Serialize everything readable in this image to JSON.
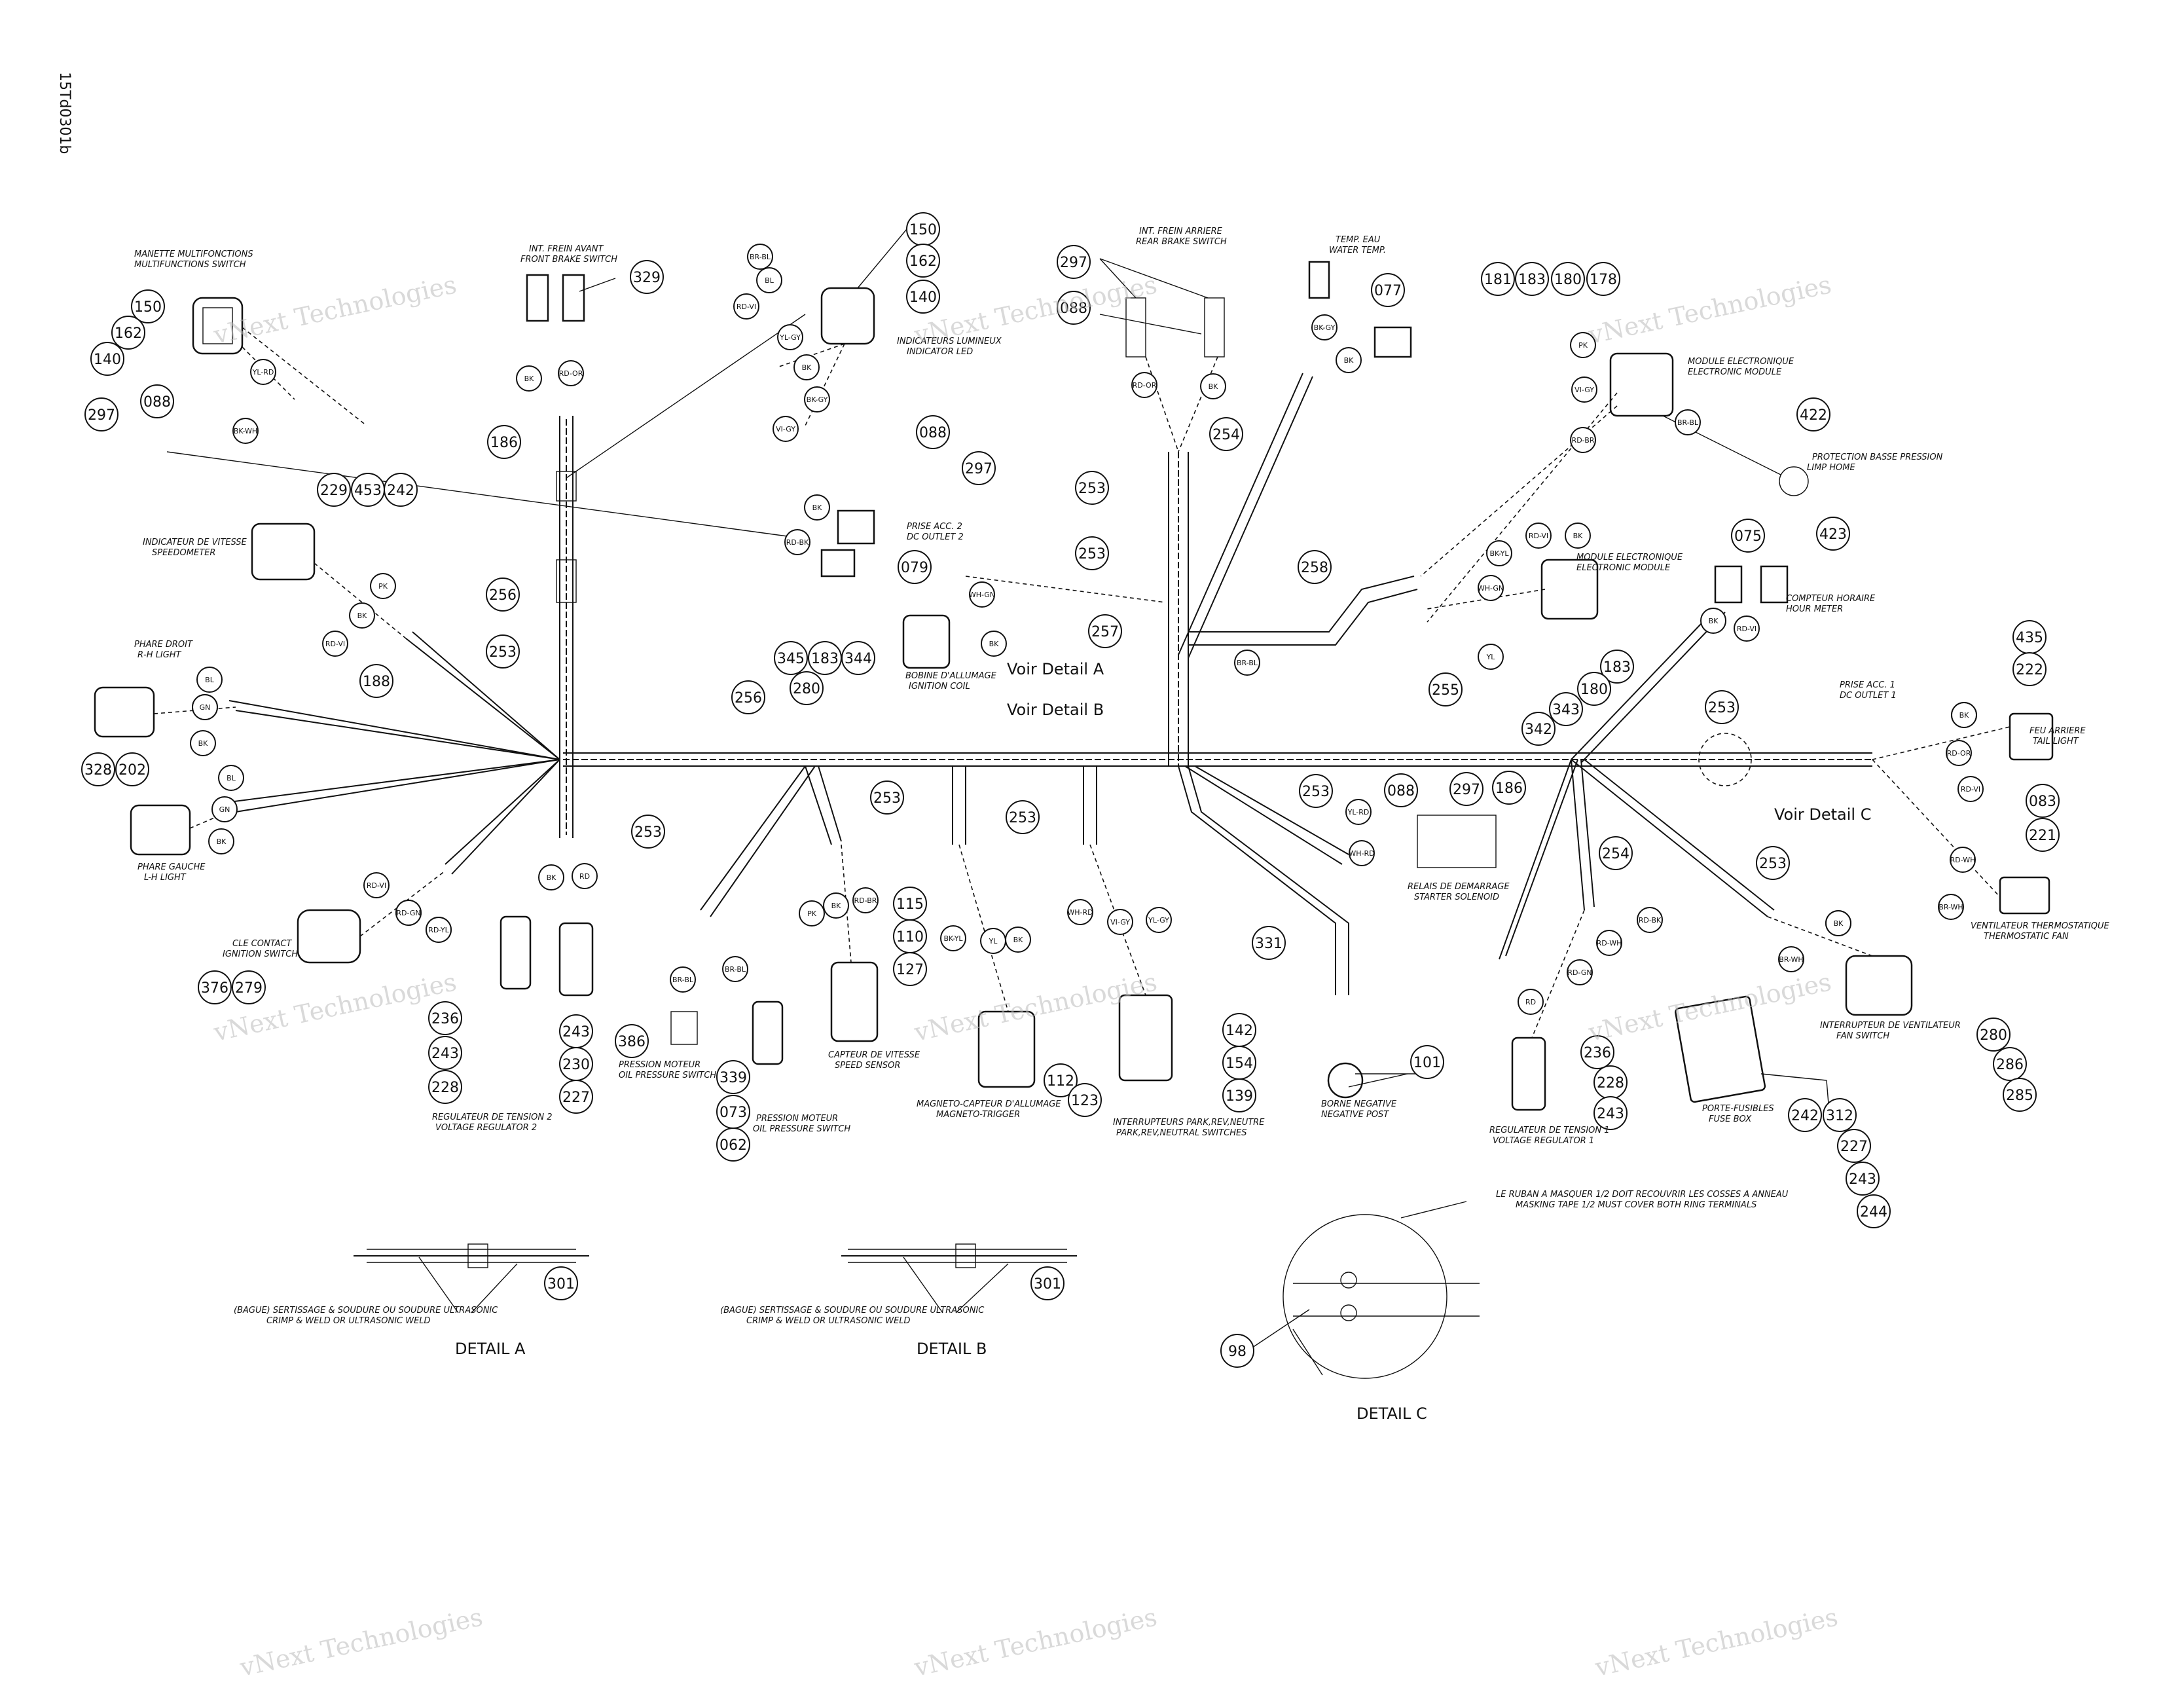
{
  "drawing_id": "15Td0301b",
  "labels": {
    "multifunction_fr": "MANETTE MULTIFONCTIONS",
    "multifunction_en": "MULTIFUNCTIONS SWITCH",
    "front_brake_fr": "INT. FREIN AVANT",
    "front_brake_en": "FRONT BRAKE SWITCH",
    "indicator_fr": "INDICATEURS LUMINEUX",
    "indicator_en": "INDICATOR LED",
    "rear_brake_fr": "INT. FREIN ARRIERE",
    "rear_brake_en": "REAR BRAKE SWITCH",
    "water_temp_fr": "TEMP. EAU",
    "water_temp_en": "WATER TEMP.",
    "ecm1_fr": "MODULE ELECTRONIQUE",
    "ecm1_en": "ELECTRONIC MODULE",
    "limp_fr": "PROTECTION BASSE PRESSION",
    "limp_en": "LIMP HOME",
    "speedo_fr": "INDICATEUR DE VITESSE",
    "speedo_en": "SPEEDOMETER",
    "dc2_fr": "PRISE ACC. 2",
    "dc2_en": "DC OUTLET 2",
    "ecm2_fr": "MODULE ELECTRONIQUE",
    "ecm2_en": "ELECTRONIC MODULE",
    "hour_fr": "COMPTEUR HORAIRE",
    "hour_en": "HOUR METER",
    "rh_fr": "PHARE DROIT",
    "rh_en": "R-H LIGHT",
    "coil_fr": "BOBINE D'ALLUMAGE",
    "coil_en": "IGNITION COIL",
    "dc1_fr": "PRISE ACC. 1",
    "dc1_en": "DC OUTLET 1",
    "tail_fr": "FEU ARRIERE",
    "tail_en": "TAIL LIGHT",
    "lh_fr": "PHARE GAUCHE",
    "lh_en": "L-H LIGHT",
    "starter_fr": "RELAIS DE DEMARRAGE",
    "starter_en": "STARTER SOLENOID",
    "fan_fr": "VENTILATEUR THERMOSTATIQUE",
    "fan_en": "THERMOSTATIC FAN",
    "ign_fr": "CLE CONTACT",
    "ign_en": "IGNITION SWITCH",
    "oil_fr": "PRESSION MOTEUR",
    "oil_en": "OIL PRESSURE SWITCH",
    "speed_fr": "CAPTEUR DE VITESSE",
    "speed_en": "SPEED SENSOR",
    "trigger_fr": "MAGNETO-CAPTEUR D'ALLUMAGE",
    "trigger_en": "MAGNETO-TRIGGER",
    "prn_fr": "INTERRUPTEURS PARK,REV,NEUTRE",
    "prn_en": "PARK,REV,NEUTRAL SWITCHES",
    "neg_fr": "BORNE NEGATIVE",
    "neg_en": "NEGATIVE POST",
    "fanswitch_fr": "INTERRUPTEUR DE VENTILATEUR",
    "fanswitch_en": "FAN SWITCH",
    "vr2_fr": "REGULATEUR DE TENSION 2",
    "vr2_en": "VOLTAGE REGULATOR 2",
    "vr1_fr": "REGULATEUR DE TENSION 1",
    "vr1_en": "VOLTAGE REGULATOR 1",
    "fuse_fr": "PORTE-FUSIBLES",
    "fuse_en": "FUSE BOX",
    "oil2_fr": "PRESSION MOTEUR",
    "oil2_en": "OIL PRESSURE SWITCH",
    "crimp_fr": "(BAGUE) SERTISSAGE & SOUDURE OU SOUDURE ULTRASONIC",
    "crimp_en": "CRIMP & WELD OR ULTRASONIC WELD",
    "tape_fr": "LE RUBAN A MASQUER 1/2 DOIT RECOUVRIR LES COSSES A ANNEAU",
    "tape_en": "MASKING TAPE 1/2 MUST COVER BOTH RING TERMINALS",
    "voir_a": "Voir Detail A",
    "voir_b": "Voir Detail B",
    "voir_c": "Voir Detail C",
    "detail_a": "DETAIL A",
    "detail_b": "DETAIL B",
    "detail_c": "DETAIL C"
  },
  "watermark": "vNext Technologies",
  "callouts": {
    "c150a": "150",
    "c162a": "162",
    "c140a": "140",
    "c297a": "297",
    "c088a": "088",
    "c329": "329",
    "c186a": "186",
    "c150b": "150",
    "c162b": "162",
    "c140b": "140",
    "c088b": "088",
    "c297b": "297",
    "c297c": "297",
    "c088c": "088",
    "c253a": "253",
    "c077": "077",
    "c254a": "254",
    "c181": "181",
    "c183a": "183",
    "c180a": "180",
    "c178": "178",
    "c422": "422",
    "c423": "423",
    "c229": "229",
    "c453": "453",
    "c242a": "242",
    "c079": "079",
    "c256a": "256",
    "c253b": "253",
    "c257": "257",
    "c258": "258",
    "c075": "075",
    "c253c": "253",
    "c188": "188",
    "c345": "345",
    "c183b": "183",
    "c344": "344",
    "c280a": "280",
    "c183c": "183",
    "c180b": "180",
    "c343": "343",
    "c342": "342",
    "c256b": "256",
    "c255": "255",
    "c253d": "253",
    "c435": "435",
    "c222": "222",
    "c328": "328",
    "c202": "202",
    "c253e": "253",
    "c253f": "253",
    "c253g": "253",
    "c088d": "088",
    "c297d": "297",
    "c186b": "186",
    "c254b": "254",
    "c253h": "253",
    "c083": "083",
    "c221": "221",
    "c253i": "253",
    "c115": "115",
    "c110": "110",
    "c127": "127",
    "c331": "331",
    "c376": "376",
    "c279": "279",
    "c236a": "236",
    "c243a": "243",
    "c228a": "228",
    "c243b": "243",
    "c230": "230",
    "c227a": "227",
    "c386": "386",
    "c339": "339",
    "c073": "073",
    "c062": "062",
    "c112": "112",
    "c123": "123",
    "c142": "142",
    "c154": "154",
    "c139": "139",
    "c101": "101",
    "c236b": "236",
    "c228b": "228",
    "c243c": "243",
    "c242b": "242",
    "c312": "312",
    "c227b": "227",
    "c243d": "243",
    "c244": "244",
    "c280b": "280",
    "c286": "286",
    "c285": "285",
    "c301a": "301",
    "c301b": "301",
    "c98": "98"
  },
  "wires": {
    "w1": "BK",
    "w2": "RD-OR",
    "w3": "BR-BL",
    "w4": "BL",
    "w5": "RD-VI",
    "w6": "YL-GY",
    "w7": "BK",
    "w8": "BK-GY",
    "w9": "VI-GY",
    "w10": "RD-OR",
    "w11": "BK",
    "w12": "BK-GY",
    "w13": "BK",
    "w14": "PK",
    "w15": "VI-GY",
    "w16": "RD-BR",
    "w17": "BR-BL",
    "w18": "BK",
    "w19": "RD-BK",
    "w20": "PK",
    "w21": "BK",
    "w22": "RD-VI",
    "w23": "WH-GN",
    "w24": "BK",
    "w25": "BR-BL",
    "w26": "RD-VI",
    "w27": "BK",
    "w28": "BK-YL",
    "w29": "WH-GN",
    "w30": "YL",
    "w31": "BK",
    "w32": "RD-VI",
    "w33": "BL",
    "w34": "GN",
    "w35": "BK",
    "w36": "BL",
    "w37": "GN",
    "w38": "BK",
    "w39": "BK",
    "w40": "RD-OR",
    "w41": "RD-VI",
    "w42": "YL-RD",
    "w43": "WH-RD",
    "w44": "RD-WH",
    "w45": "BR-WH",
    "w46": "RD-VI",
    "w47": "RD-GN",
    "w48": "RD-YL",
    "w49": "BK",
    "w50": "RD",
    "w51": "BR-BL",
    "w52": "BR-BL",
    "w53": "PK",
    "w54": "BK",
    "w55": "RD-BR",
    "w56": "BK-YL",
    "w57": "YL",
    "w58": "BK",
    "w59": "WH-RD",
    "w60": "VI-GY",
    "w61": "YL-GY",
    "w62": "BK",
    "w63": "RD-BK",
    "w64": "RD-WH",
    "w65": "RD-GN",
    "w66": "RD",
    "w67": "BK",
    "w68": "BR-WH",
    "w69": "BK",
    "w70": "RD-YL",
    "w71": "RD-GN",
    "w72": "GN",
    "w73": "BK-WH",
    "w74": "YL-RD"
  }
}
